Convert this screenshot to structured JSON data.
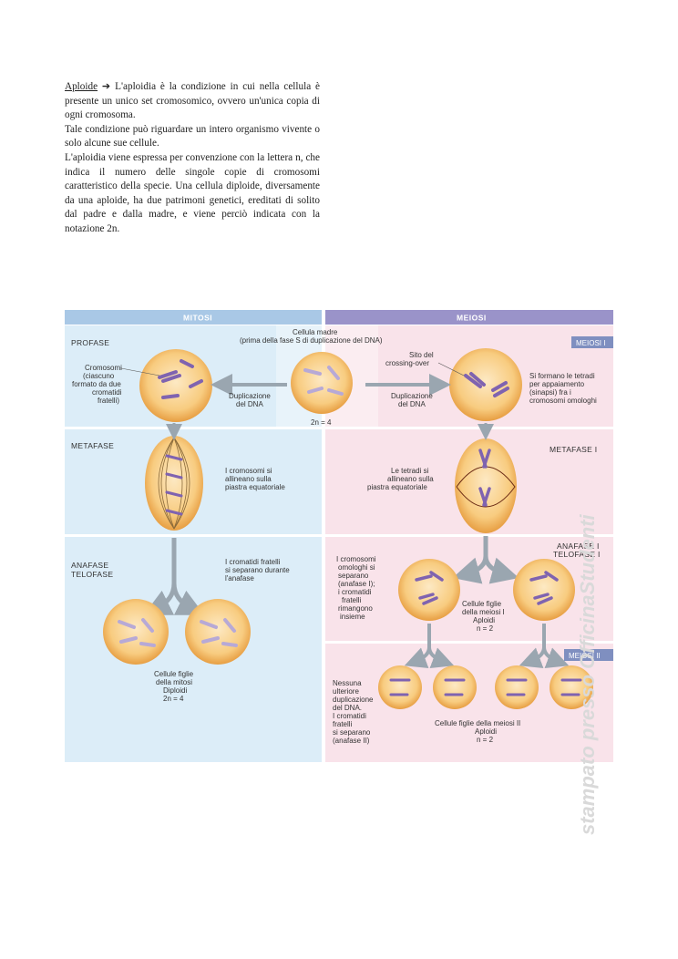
{
  "text": {
    "term": "Aploide",
    "arrow": "➔",
    "p1": " L'aploidia è la condizione in cui nella cellula è presente un unico set cromosomico, ovvero un'unica copia di ogni cromosoma.",
    "p2": "Tale condizione può riguardare un intero organismo vivente o solo alcune sue cellule.",
    "p3": "L'aploidia viene espressa per convenzione con la lettera n, che indica il numero delle singole copie di cromosomi caratteristico della specie. Una cellula diploide, diversamente da una aploide, ha due patrimoni genetici, ereditati di solito dal padre e dalla madre, e viene perciò indicata con la notazione 2n."
  },
  "figure": {
    "header_mitosi": "MITOSI",
    "header_meiosi": "MEIOSI",
    "mother_cell_1": "Cellula madre",
    "mother_cell_2": "(prima della fase S di duplicazione del DNA)",
    "mother_2n": "2n = 4",
    "profase": "PROFASE",
    "meiosi_i": "MEIOSI I",
    "cromosomi_1": "Cromosomi",
    "cromosomi_2": "(ciascuno",
    "cromosomi_3": "formato da due",
    "cromosomi_4": "cromatidi",
    "cromosomi_5": "fratelli)",
    "dup_left_1": "Duplicazione",
    "dup_left_2": "del DNA",
    "dup_right_1": "Duplicazione",
    "dup_right_2": "del DNA",
    "sito_1": "Sito del",
    "sito_2": "crossing-over",
    "tetradi_1": "Si formano le tetradi",
    "tetradi_2": "per appaiamento",
    "tetradi_3": "(sinapsi) fra i",
    "tetradi_4": "cromosomi omologhi",
    "metafase": "METAFASE",
    "metafase_i": "METAFASE I",
    "allineano_1": "I cromosomi si",
    "allineano_2": "allineano sulla",
    "allineano_3": "piastra equatoriale",
    "tetradi_all_1": "Le tetradi si",
    "tetradi_all_2": "allineano sulla",
    "tetradi_all_3": "piastra equatoriale",
    "anafase": "ANAFASE",
    "telofase": "TELOFASE",
    "anafase_i": "ANAFASE I",
    "telofase_i": "TELOFASE I",
    "separano_1": "I cromatidi fratelli",
    "separano_2": "si separano durante",
    "separano_3": "l'anafase",
    "omologhi_1": "I cromosomi",
    "omologhi_2": "omologhi si",
    "omologhi_3": "separano",
    "omologhi_4": "(anafase I);",
    "omologhi_5": "i cromatidi",
    "omologhi_6": "fratelli",
    "omologhi_7": "rimangono",
    "omologhi_8": "insieme",
    "figlie_mi_1": "Cellule figlie",
    "figlie_mi_2": "della meiosi I",
    "figlie_mi_3": "Aploidi",
    "figlie_mi_4": "n = 2",
    "figlie_mit_1": "Cellule figlie",
    "figlie_mit_2": "della mitosi",
    "figlie_mit_3": "Diploidi",
    "figlie_mit_4": "2n = 4",
    "meiosi_ii": "MEIOSI II",
    "nessuna_1": "Nessuna",
    "nessuna_2": "ulteriore",
    "nessuna_3": "duplicazione",
    "nessuna_4": "del DNA.",
    "nessuna_5": "I cromatidi",
    "nessuna_6": "fratelli",
    "nessuna_7": "si separano",
    "nessuna_8": "(anafase II)",
    "figlie_mii_1": "Cellule figlie della meiosi II",
    "figlie_mii_2": "Aploidi",
    "figlie_mii_3": "n = 2"
  },
  "watermark": "stampato presso OfficinaStudenti",
  "colors": {
    "mitosi_bg": "#dcedf8",
    "meiosi_bg": "#f9e3ea",
    "header_mitosi": "#a9c8e6",
    "header_meiosi": "#9a93c9",
    "cell_fill": "#f7c97d",
    "chromosome": "#8a72b8"
  }
}
